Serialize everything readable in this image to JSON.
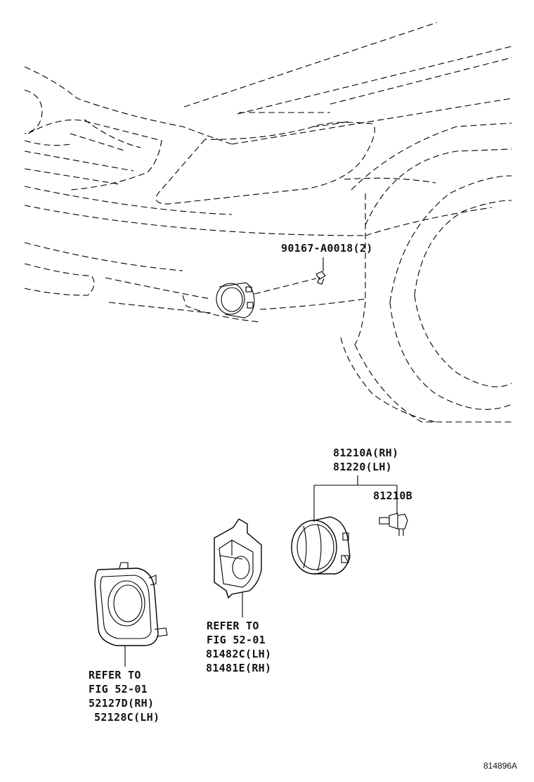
{
  "callouts": {
    "bolt": "90167-A0018(2)",
    "lamp_rh": "81210A(RH)",
    "lamp_lh": "81220(LH)",
    "bulb": "81210B",
    "bracket_refer": "REFER TO",
    "bracket_fig": "FIG 52-01",
    "bracket_lh": "81482C(LH)",
    "bracket_rh": "81481E(RH)",
    "bezel_refer": "REFER TO",
    "bezel_fig": "FIG 52-01",
    "bezel_rh": "52127D(RH)",
    "bezel_lh": "52128C(LH)"
  },
  "figure_id": "814896A"
}
